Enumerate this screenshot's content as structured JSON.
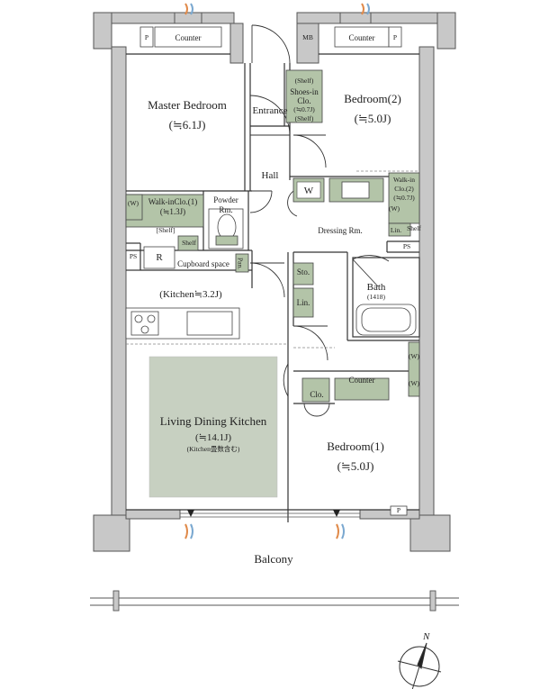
{
  "rooms": {
    "master_bedroom": {
      "name": "Master Bedroom",
      "size": "(≒6.1J)"
    },
    "bedroom2": {
      "name": "Bedroom(2)",
      "size": "(≒5.0J)"
    },
    "bedroom1": {
      "name": "Bedroom(1)",
      "size": "(≒5.0J)"
    },
    "ldk": {
      "name": "Living Dining Kitchen",
      "size": "(≒14.1J)",
      "note": "(Kitchen畳数含む)"
    },
    "kitchen": {
      "name": "(Kitchen≒3.2J)"
    },
    "entrance": "Entrance",
    "hall": "Hall",
    "dressing": "Dressing Rm.",
    "powder": {
      "line1": "Powder",
      "line2": "Rm."
    },
    "bath": {
      "name": "Bath",
      "size": "(1418)"
    },
    "balcony": "Balcony"
  },
  "storage": {
    "wic1": {
      "name": "Walk-inClo.(1)",
      "size": "(≒1.3J)"
    },
    "wic2": {
      "line1": "Walk-in",
      "line2": "Clo.(2)",
      "size": "(≒0.7J)"
    },
    "shoes": {
      "line1": "Shoes-in",
      "line2": "Clo.",
      "size": "(≒0.7J)"
    },
    "shelf": "Shelf",
    "shelf_bracket": "[Shelf]",
    "shelf_paren": "(Shelf)",
    "cupboard": "Cupboard space",
    "pan": "Pan.",
    "sto": "Sto.",
    "lin": "Lin.",
    "clo": "Clo.",
    "counter": "Counter",
    "w": "W",
    "w_paren": "(W)",
    "r": "R",
    "ps": "PS",
    "p": "P",
    "mb": "MB"
  },
  "compass": {
    "north": "N"
  },
  "colors": {
    "wall": "#c8c8c8",
    "wall_stroke": "#555555",
    "storage_fill": "#b3c4a8",
    "ldk_fill": "#c7d0c1"
  }
}
